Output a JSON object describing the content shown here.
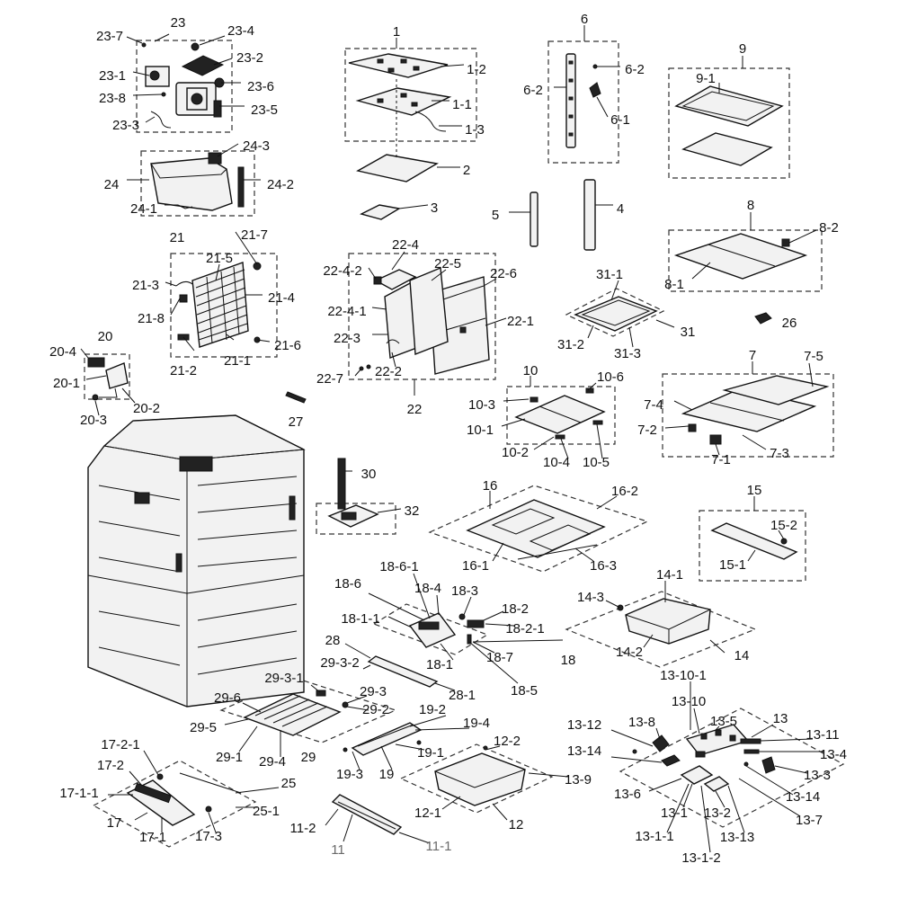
{
  "labels": [
    [
      "23",
      198,
      26
    ],
    [
      "23-7",
      122,
      41
    ],
    [
      "23-4",
      268,
      35
    ],
    [
      "23-2",
      278,
      65
    ],
    [
      "23-1",
      125,
      85
    ],
    [
      "23-6",
      290,
      97
    ],
    [
      "23-8",
      125,
      110
    ],
    [
      "23-5",
      294,
      123
    ],
    [
      "23-3",
      140,
      140
    ],
    [
      "24-3",
      285,
      163
    ],
    [
      "24",
      124,
      206
    ],
    [
      "24-2",
      312,
      206
    ],
    [
      "24-1",
      160,
      233
    ],
    [
      "21",
      197,
      265
    ],
    [
      "21-7",
      283,
      262
    ],
    [
      "21-5",
      244,
      288
    ],
    [
      "21-3",
      162,
      318
    ],
    [
      "21-4",
      313,
      332
    ],
    [
      "21-8",
      168,
      355
    ],
    [
      "21-6",
      320,
      385
    ],
    [
      "21-2",
      204,
      413
    ],
    [
      "21-1",
      264,
      402
    ],
    [
      "20",
      117,
      375
    ],
    [
      "20-4",
      70,
      392
    ],
    [
      "20-1",
      74,
      427
    ],
    [
      "20-2",
      163,
      455
    ],
    [
      "20-3",
      104,
      468
    ],
    [
      "22-4",
      451,
      273
    ],
    [
      "22-4-2",
      381,
      302
    ],
    [
      "22-5",
      498,
      294
    ],
    [
      "22-6",
      560,
      305
    ],
    [
      "22-4-1",
      386,
      347
    ],
    [
      "22-1",
      579,
      358
    ],
    [
      "22-3",
      386,
      377
    ],
    [
      "22-7",
      367,
      422
    ],
    [
      "22-2",
      432,
      414
    ],
    [
      "22",
      461,
      456
    ],
    [
      "1",
      441,
      36
    ],
    [
      "1-2",
      530,
      78
    ],
    [
      "1-1",
      514,
      117
    ],
    [
      "1-3",
      528,
      145
    ],
    [
      "2",
      519,
      190
    ],
    [
      "3",
      483,
      232
    ],
    [
      "6",
      650,
      22
    ],
    [
      "6-2",
      706,
      78
    ],
    [
      "6-2",
      593,
      101
    ],
    [
      "6-1",
      690,
      134
    ],
    [
      "5",
      551,
      240
    ],
    [
      "4",
      690,
      233
    ],
    [
      "9",
      826,
      55
    ],
    [
      "9-1",
      785,
      88
    ],
    [
      "8",
      835,
      229
    ],
    [
      "8-2",
      922,
      254
    ],
    [
      "8-1",
      750,
      317
    ],
    [
      "31-1",
      678,
      306
    ],
    [
      "31",
      765,
      370
    ],
    [
      "31-2",
      635,
      384
    ],
    [
      "31-3",
      698,
      394
    ],
    [
      "26",
      878,
      360
    ],
    [
      "10",
      590,
      413
    ],
    [
      "10-6",
      679,
      420
    ],
    [
      "10-3",
      536,
      451
    ],
    [
      "10-1",
      534,
      479
    ],
    [
      "10-2",
      573,
      504
    ],
    [
      "10-4",
      619,
      515
    ],
    [
      "10-5",
      663,
      515
    ],
    [
      "7",
      837,
      396
    ],
    [
      "7-5",
      905,
      397
    ],
    [
      "7-4",
      727,
      451
    ],
    [
      "7-2",
      720,
      479
    ],
    [
      "7-3",
      867,
      505
    ],
    [
      "7-1",
      802,
      512
    ],
    [
      "27",
      329,
      470
    ],
    [
      "30",
      410,
      528
    ],
    [
      "32",
      458,
      569
    ],
    [
      "16",
      545,
      541
    ],
    [
      "16-2",
      695,
      547
    ],
    [
      "16-1",
      529,
      630
    ],
    [
      "16-3",
      671,
      630
    ],
    [
      "15",
      839,
      546
    ],
    [
      "15-2",
      872,
      585
    ],
    [
      "15-1",
      815,
      629
    ],
    [
      "14-1",
      745,
      640
    ],
    [
      "14-3",
      657,
      665
    ],
    [
      "14-2",
      700,
      726
    ],
    [
      "14",
      825,
      730
    ],
    [
      "18-6",
      387,
      650
    ],
    [
      "18-6-1",
      444,
      631
    ],
    [
      "18-4",
      476,
      655
    ],
    [
      "18-3",
      517,
      658
    ],
    [
      "18-2",
      573,
      678
    ],
    [
      "18-1-1",
      401,
      689
    ],
    [
      "18-2-1",
      584,
      700
    ],
    [
      "18-7",
      556,
      732
    ],
    [
      "18",
      632,
      735
    ],
    [
      "18-1",
      489,
      740
    ],
    [
      "18-5",
      583,
      769
    ],
    [
      "28",
      370,
      713
    ],
    [
      "29-3-2",
      378,
      738
    ],
    [
      "28-1",
      514,
      774
    ],
    [
      "29-3-1",
      316,
      755
    ],
    [
      "29-3",
      415,
      770
    ],
    [
      "29-6",
      253,
      777
    ],
    [
      "29-2",
      418,
      790
    ],
    [
      "29-5",
      226,
      810
    ],
    [
      "29-1",
      255,
      843
    ],
    [
      "29-4",
      303,
      848
    ],
    [
      "29",
      343,
      843
    ],
    [
      "19-2",
      481,
      790
    ],
    [
      "19-4",
      530,
      805
    ],
    [
      "19-1",
      479,
      838
    ],
    [
      "19-3",
      389,
      862
    ],
    [
      "19",
      430,
      862
    ],
    [
      "12-2",
      564,
      825
    ],
    [
      "13-9",
      643,
      868
    ],
    [
      "12-1",
      476,
      905
    ],
    [
      "12",
      574,
      918
    ],
    [
      "17-2-1",
      134,
      829
    ],
    [
      "17-2",
      123,
      852
    ],
    [
      "25",
      321,
      872
    ],
    [
      "17-1-1",
      88,
      883
    ],
    [
      "25-1",
      296,
      903
    ],
    [
      "17",
      127,
      916
    ],
    [
      "17-1",
      170,
      932
    ],
    [
      "17-3",
      232,
      931
    ],
    [
      "11-2",
      337,
      922
    ],
    [
      "11",
      376,
      946
    ],
    [
      "11-1",
      488,
      942
    ],
    [
      "13-10-1",
      760,
      752
    ],
    [
      "13-10",
      766,
      781
    ],
    [
      "13-12",
      650,
      807
    ],
    [
      "13-8",
      714,
      804
    ],
    [
      "13-5",
      805,
      803
    ],
    [
      "13",
      868,
      800
    ],
    [
      "13-11",
      915,
      818
    ],
    [
      "13-14",
      650,
      836
    ],
    [
      "13-4",
      927,
      840
    ],
    [
      "13-3",
      909,
      863
    ],
    [
      "13-6",
      698,
      884
    ],
    [
      "13-14",
      893,
      887
    ],
    [
      "13-1",
      750,
      905
    ],
    [
      "13-2",
      798,
      905
    ],
    [
      "13-7",
      900,
      913
    ],
    [
      "13-13",
      820,
      932
    ],
    [
      "13-1-1",
      728,
      931
    ],
    [
      "13-1-2",
      780,
      955
    ]
  ]
}
